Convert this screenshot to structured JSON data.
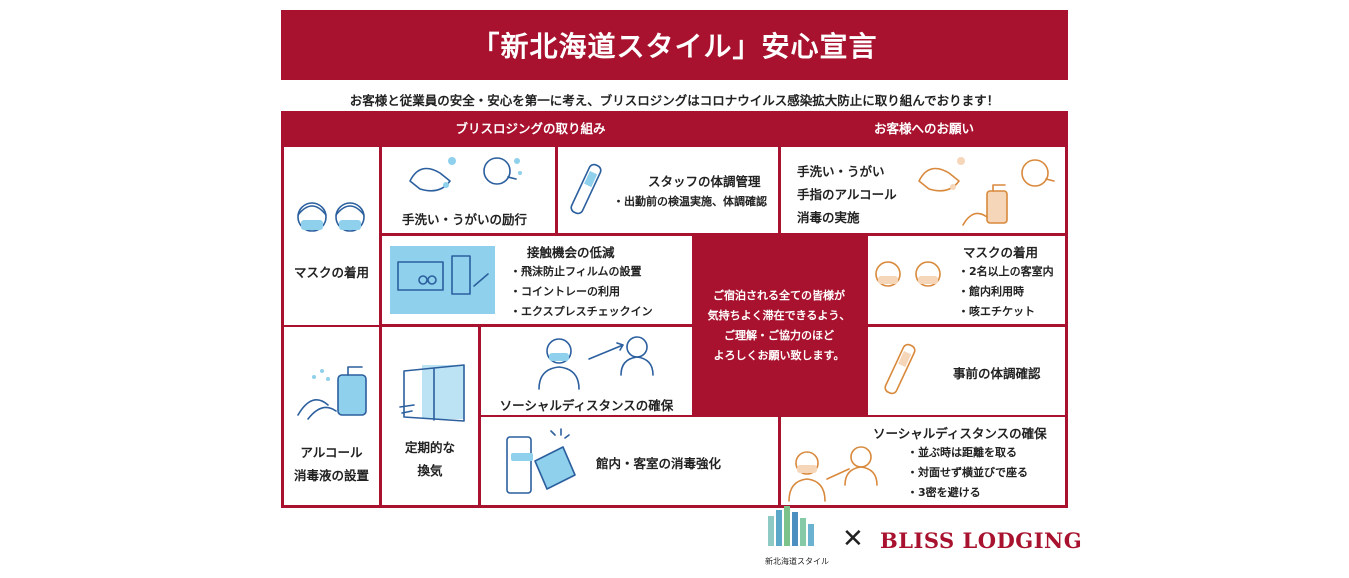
{
  "title": "「新北海道スタイル」安心宣言",
  "subtitle": "お客様と従業員の安全・安心を第一に考え、ブリスロジングはコロナウイルス感染拡大防止に取り組んでおります！",
  "headers": {
    "left": "ブリスロジングの取り組み",
    "right": "お客様へのお願い"
  },
  "left": {
    "mask": "マスクの着用",
    "handwash": "手洗い・うがいの励行",
    "staff": {
      "title": "スタッフの体調管理",
      "items": [
        "・出勤前の検温実施、体調確認"
      ]
    },
    "contact": {
      "title": "接触機会の低減",
      "items": [
        "・飛沫防止フィルムの設置",
        "・コイントレーの利用",
        "・エクスプレスチェックイン"
      ]
    },
    "alcohol": [
      "アルコール",
      "消毒液の設置"
    ],
    "ventilation": [
      "定期的な",
      "換気"
    ],
    "distance": "ソーシャルディスタンスの確保",
    "disinfect": "館内・客室の消毒強化"
  },
  "center_message": [
    "ご宿泊される全ての皆様が",
    "気持ちよく滞在できるよう、",
    "ご理解・ご協力のほど",
    "よろしくお願い致します。"
  ],
  "right": {
    "handwash": [
      "手洗い・うがい",
      "手指のアルコール",
      "消毒の実施"
    ],
    "mask": {
      "title": "マスクの着用",
      "items": [
        "・2名以上の客室内",
        "・館内利用時",
        "・咳エチケット"
      ]
    },
    "health": "事前の体調確認",
    "distance": {
      "title": "ソーシャルディスタンスの確保",
      "items": [
        "・並ぶ時は距離を取る",
        "・対面せず横並びで座る",
        "・3密を避ける"
      ]
    }
  },
  "footer": {
    "logo_caption": "新北海道スタイル",
    "cross": "✕",
    "brand": "BLISS LODGING"
  },
  "colors": {
    "brand_red": "#a8122e",
    "blue": "#2b5f9e",
    "orange": "#d9893c"
  }
}
